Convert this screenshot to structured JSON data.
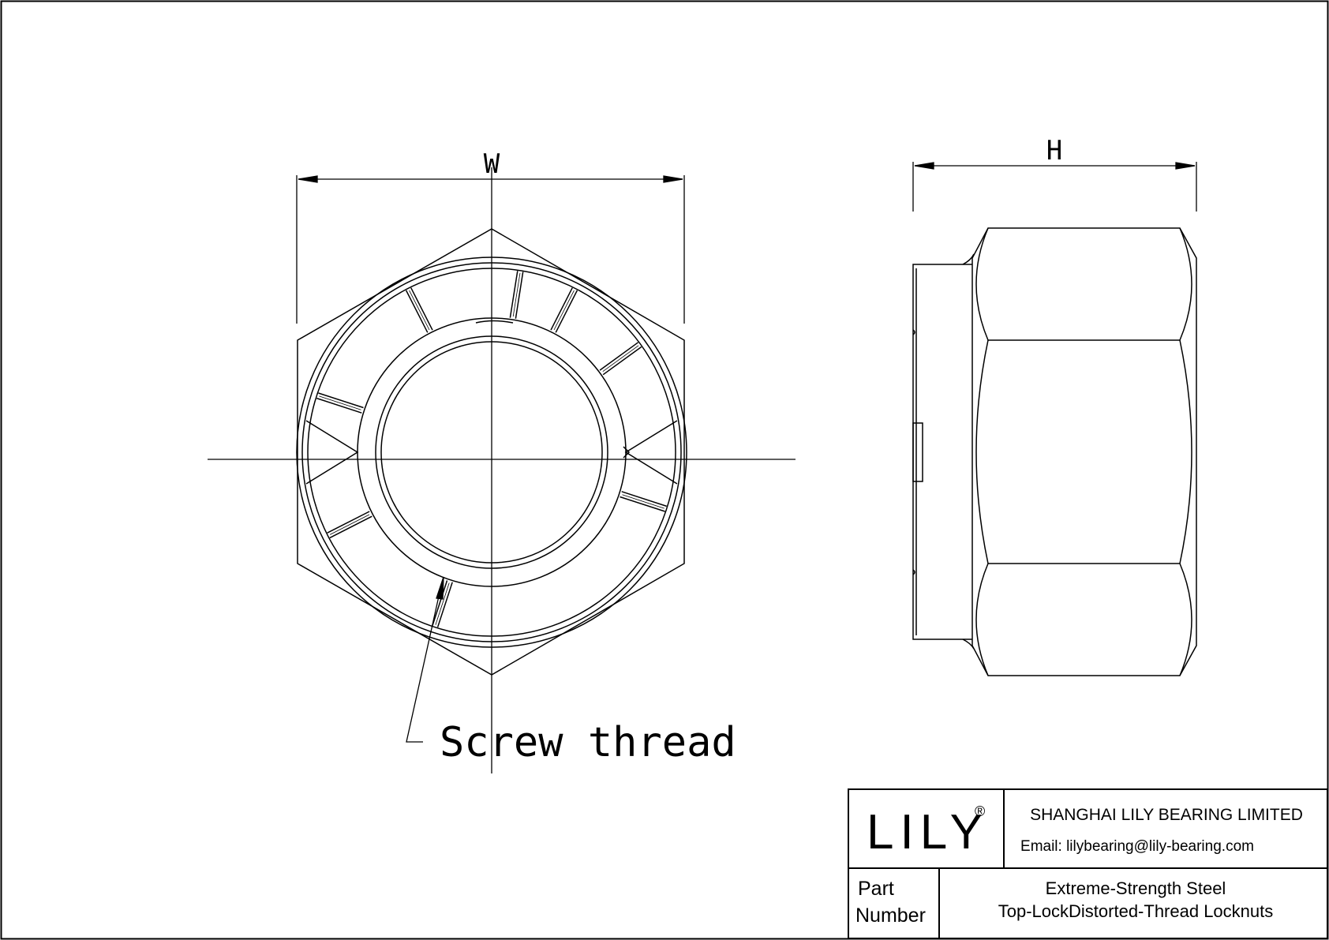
{
  "dimensions": {
    "width_label": "W",
    "height_label": "H"
  },
  "callout": {
    "label": "Screw thread"
  },
  "title_block": {
    "logo_text": "LILY",
    "registered_mark": "®",
    "company": "SHANGHAI LILY BEARING LIMITED",
    "email": "Email: lilybearing@lily-bearing.com",
    "part_label_line1": "Part",
    "part_label_line2": "Number",
    "part_name_line1": "Extreme-Strength Steel",
    "part_name_line2": "Top-LockDistorted-Thread Locknuts"
  }
}
